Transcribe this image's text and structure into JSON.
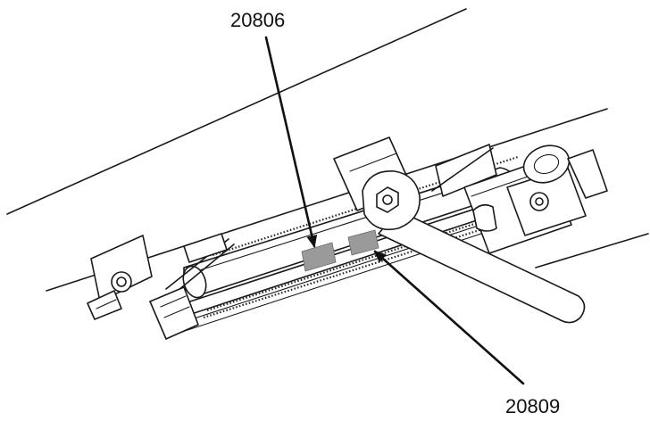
{
  "diagram": {
    "callouts": [
      {
        "id": "callout-top",
        "label": "20806"
      },
      {
        "id": "callout-bottom",
        "label": "20809"
      }
    ],
    "colors": {
      "line": "#1a1a1a",
      "shaded_marker": "#9a9a9a",
      "background": "#ffffff"
    }
  }
}
